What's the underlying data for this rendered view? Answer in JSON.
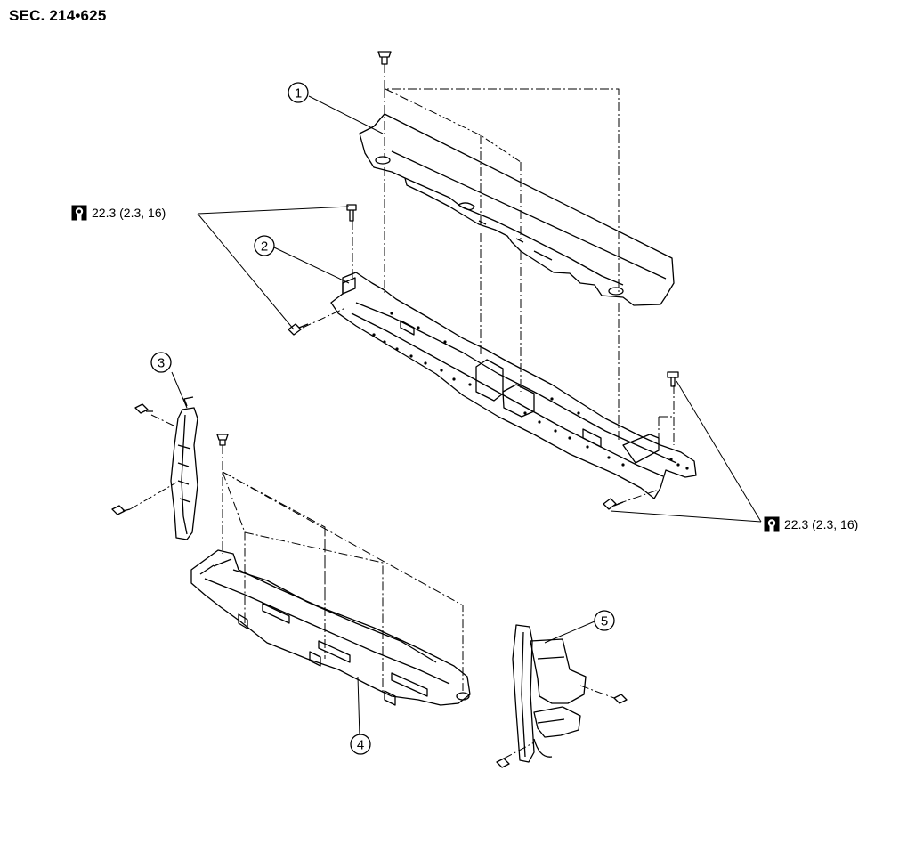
{
  "section_label": "SEC. 214•625",
  "torque_specs": [
    {
      "value": "22.3 (2.3, 16)",
      "icon": "torque-wrench-icon"
    },
    {
      "value": "22.3 (2.3, 16)",
      "icon": "torque-wrench-icon"
    }
  ],
  "callouts": [
    "1",
    "2",
    "3",
    "4",
    "5"
  ]
}
